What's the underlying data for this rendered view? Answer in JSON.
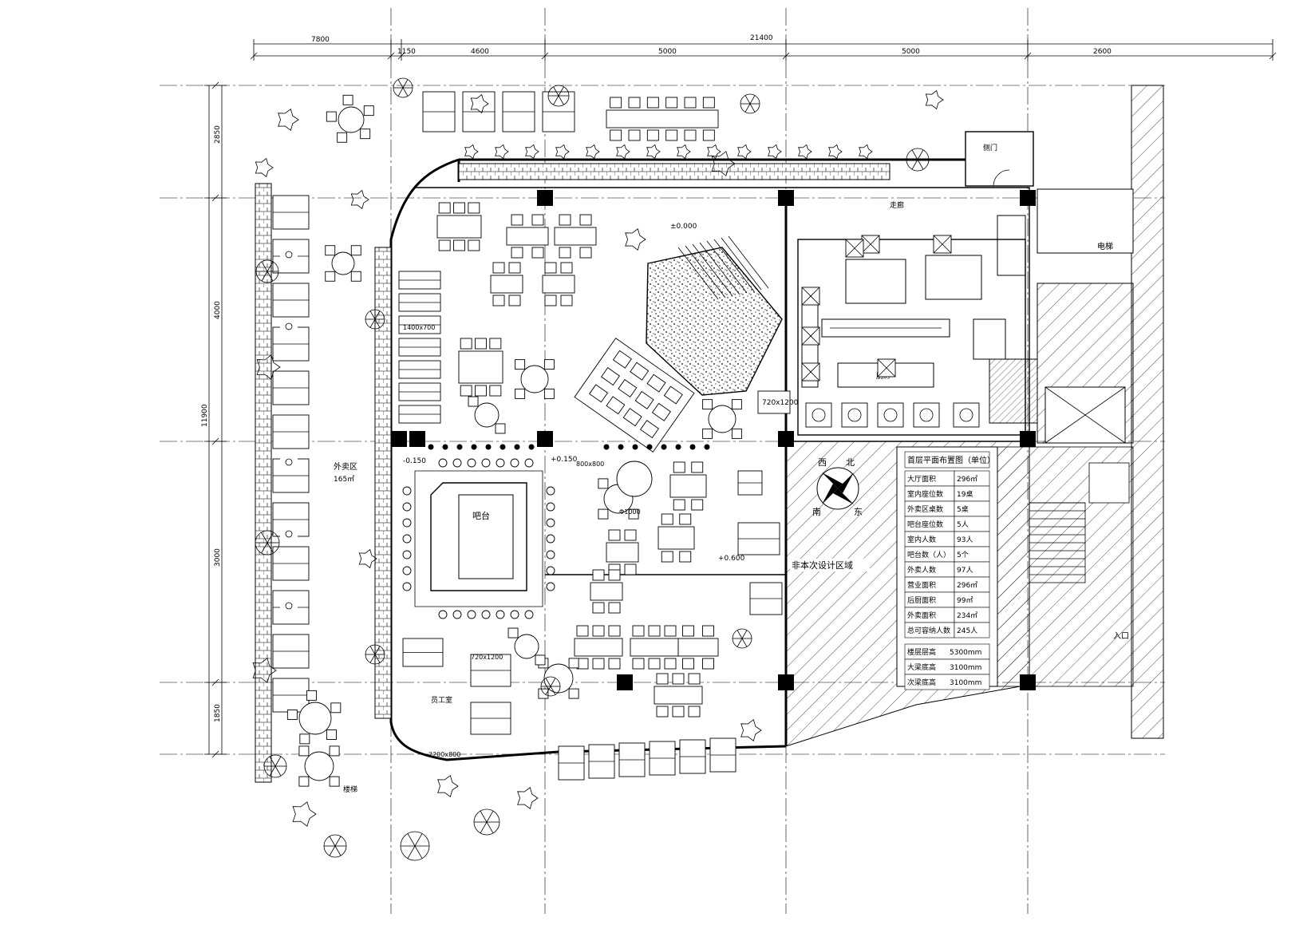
{
  "dimensions": {
    "top_segments": [
      "7800",
      "1150",
      "4600",
      "5000",
      "5000",
      "2600"
    ],
    "top_total": "21400",
    "left_segments": [
      "2850",
      "4000",
      "3000",
      "1850"
    ],
    "left_total": "11900"
  },
  "rooms": {
    "outdoor_area": "外卖区",
    "outdoor_area_size": "165㎡",
    "bar": "吧台",
    "kitchen_label": "厨房",
    "corridor": "走廊",
    "lift": "电梯",
    "design_zone": "非本次设计区域",
    "side_door": "侧门",
    "entrance": "入口",
    "staff_room": "员工室",
    "stairs": "楼梯"
  },
  "compass": {
    "north": "北",
    "south": "南",
    "east": "东",
    "west": "西"
  },
  "elevations": [
    "±0.000",
    "-0.150",
    "+0.150",
    "+0.600"
  ],
  "table_sizes": [
    "720x1200",
    "2200x800",
    "1400x700",
    "Φ1000",
    "720x1200",
    "800x800"
  ],
  "legend": {
    "title": "首层平面布置图（单位）",
    "rows": [
      {
        "label": "大厅面积",
        "value": "296㎡"
      },
      {
        "label": "室内座位数",
        "value": "19桌"
      },
      {
        "label": "外卖区桌数",
        "value": "5桌"
      },
      {
        "label": "吧台座位数",
        "value": "5人"
      },
      {
        "label": "室内人数",
        "value": "93人"
      },
      {
        "label": "吧台数（人）",
        "value": "5个"
      },
      {
        "label": "外卖人数",
        "value": "97人"
      },
      {
        "label": "营业面积",
        "value": "296㎡"
      },
      {
        "label": "后厨面积",
        "value": "99㎡"
      },
      {
        "label": "外卖面积",
        "value": "234㎡"
      },
      {
        "label": "总可容纳人数",
        "value": "245人"
      }
    ],
    "heights": [
      {
        "label": "楼层层高",
        "value": "5300mm"
      },
      {
        "label": "大梁底高",
        "value": "3100mm"
      },
      {
        "label": "次梁底高",
        "value": "3100mm"
      }
    ]
  }
}
